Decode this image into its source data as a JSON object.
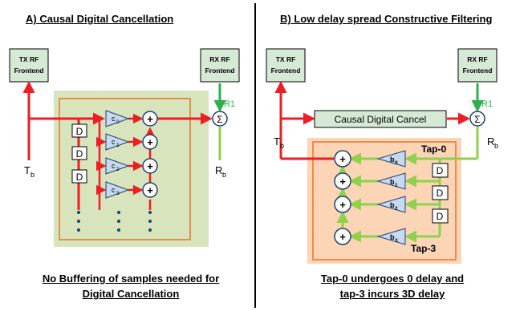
{
  "left": {
    "title": "A) Causal Digital Cancellation",
    "tx_line1": "TX RF",
    "tx_line2": "Frontend",
    "rx_line1": "RX RF",
    "rx_line2": "Frontend",
    "r1": "R1",
    "tb_main": "T",
    "tb_sub": "b",
    "rb_main": "R",
    "rb_sub": "b",
    "delay": "D",
    "coef_letter": "c",
    "coef_subs": [
      "0",
      "1",
      "2",
      "3"
    ],
    "sum": "Σ",
    "plus": "+",
    "caption_line1": "No Buffering of samples needed for",
    "caption_line2": "Digital Cancellation"
  },
  "right": {
    "title": "B) Low delay spread Constructive Filtering",
    "tx_line1": "TX RF",
    "tx_line2": "Frontend",
    "rx_line1": "RX RF",
    "rx_line2": "Frontend",
    "r1": "R1",
    "cancel_label": "Causal Digital Cancel",
    "tb_main": "T",
    "tb_sub": "b",
    "rb_main": "R",
    "rb_sub": "b",
    "delay": "D",
    "coef_letter": "b",
    "coef_subs": [
      "0",
      "1",
      "2",
      "3"
    ],
    "tap0": "Tap-0",
    "tap3": "Tap-3",
    "sum": "Σ",
    "plus": "+",
    "caption_line1": "Tap-0 undergoes 0 delay and",
    "caption_line2": "tap-3 incurs 3D delay"
  },
  "colors": {
    "red": "#ee1c24",
    "green": "#2db24a",
    "light_green": "#8ed24b",
    "orange": "#e8742a",
    "panel_left": "#d8e4bc",
    "panel_right": "#fbd5b5",
    "box_fill": "#d6e9d4",
    "node_stroke": "#1f3f6f",
    "tri_fill": "#c5d9f1"
  }
}
